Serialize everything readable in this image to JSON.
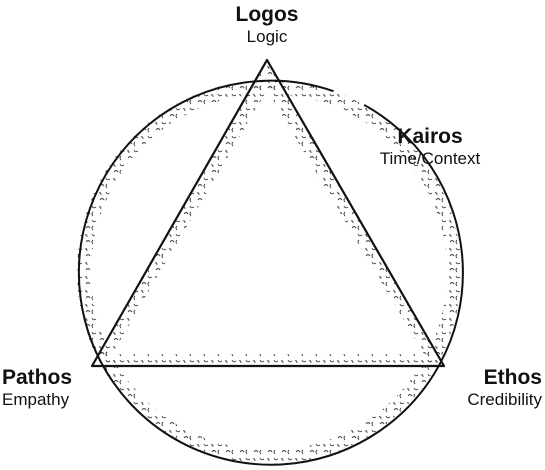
{
  "nodes": {
    "logos": {
      "title": "Logos",
      "subtitle": "Logic"
    },
    "kairos": {
      "title": "Kairos",
      "subtitle": "Time/Context"
    },
    "pathos": {
      "title": "Pathos",
      "subtitle": "Empathy"
    },
    "ethos": {
      "title": "Ethos",
      "subtitle": "Credibility"
    }
  },
  "colors": {
    "stroke": "#111111",
    "texture": "#3a3a3a",
    "background": "#ffffff"
  }
}
